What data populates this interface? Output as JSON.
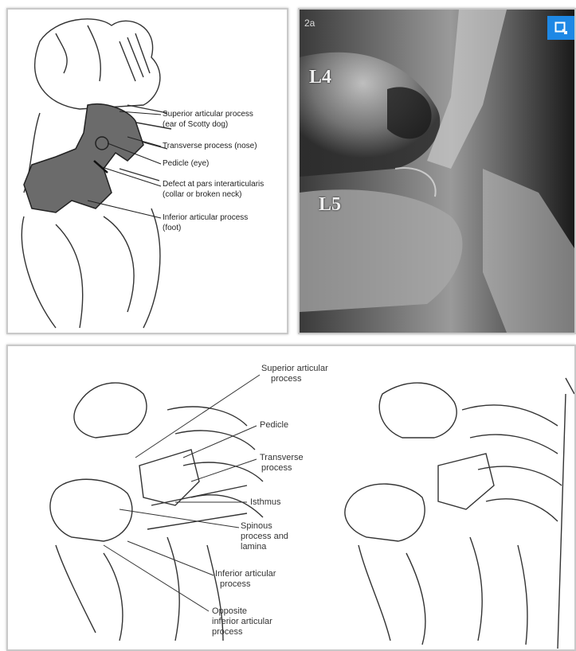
{
  "panel_a": {
    "labels": [
      "Superior articular process",
      "(ear of Scotty dog)",
      "Transverse process (nose)",
      "Pedicle (eye)",
      "Defect at pars interarticularis",
      "(collar or broken neck)",
      "Inferior articular process",
      "(foot)"
    ]
  },
  "panel_b": {
    "figure_number": "2a",
    "label_upper": "L4",
    "label_lower": "L5",
    "expand_icon": "expand-icon",
    "accent_color": "#1e88e5"
  },
  "panel_c": {
    "labels": [
      "Superior articular",
      "process",
      "Pedicle",
      "Transverse",
      "process",
      "Isthmus",
      "Spinous",
      "process and",
      "lamina",
      "Inferior articular",
      "process",
      "Opposite",
      "inferior articular",
      "process"
    ]
  }
}
